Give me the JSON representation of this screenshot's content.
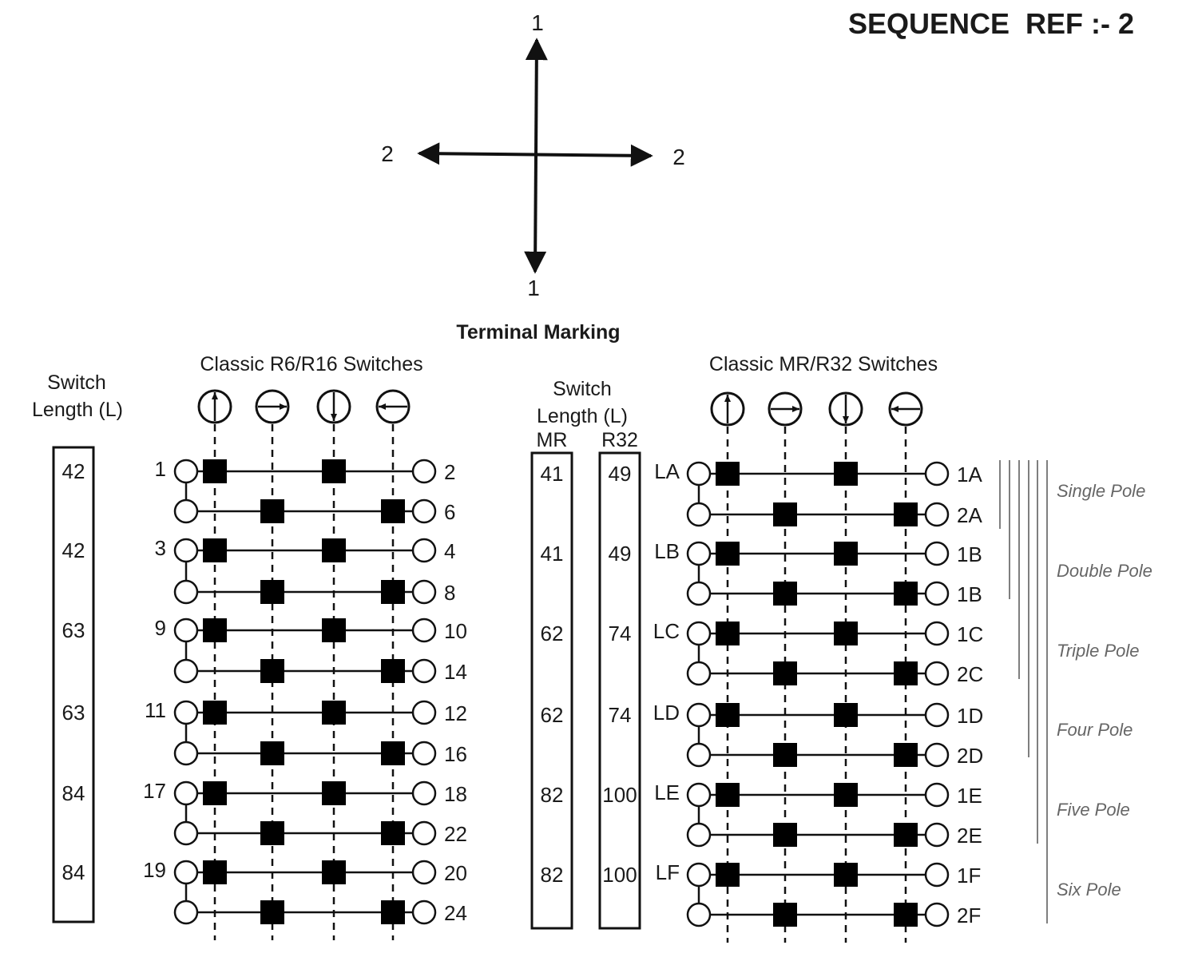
{
  "sequence_ref": "SEQUENCE  REF :- 2",
  "compass": {
    "up": "1",
    "down": "1",
    "left": "2",
    "right": "2"
  },
  "terminal_marking": "Terminal Marking",
  "left_panel": {
    "title": "Classic R6/R16 Switches",
    "length_label_1": "Switch",
    "length_label_2": "Length (L)",
    "lengths": [
      "42",
      "42",
      "63",
      "63",
      "84",
      "84"
    ],
    "rows": [
      {
        "left": "1",
        "right": "2"
      },
      {
        "left": "",
        "right": "6"
      },
      {
        "left": "3",
        "right": "4"
      },
      {
        "left": "",
        "right": "8"
      },
      {
        "left": "9",
        "right": "10"
      },
      {
        "left": "",
        "right": "14"
      },
      {
        "left": "11",
        "right": "12"
      },
      {
        "left": "",
        "right": "16"
      },
      {
        "left": "17",
        "right": "18"
      },
      {
        "left": "",
        "right": "22"
      },
      {
        "left": "19",
        "right": "20"
      },
      {
        "left": "",
        "right": "24"
      }
    ]
  },
  "right_panel": {
    "title": "Classic MR/R32 Switches",
    "length_label_1": "Switch",
    "length_label_2": "Length (L)",
    "col_mr": "MR",
    "col_r32": "R32",
    "lengths_mr": [
      "41",
      "41",
      "62",
      "62",
      "82",
      "82"
    ],
    "lengths_r32": [
      "49",
      "49",
      "74",
      "74",
      "100",
      "100"
    ],
    "rows": [
      {
        "left": "LA",
        "right": "1A"
      },
      {
        "left": "",
        "right": "2A"
      },
      {
        "left": "LB",
        "right": "1B"
      },
      {
        "left": "",
        "right": "1B"
      },
      {
        "left": "LC",
        "right": "1C"
      },
      {
        "left": "",
        "right": "2C"
      },
      {
        "left": "LD",
        "right": "1D"
      },
      {
        "left": "",
        "right": "2D"
      },
      {
        "left": "LE",
        "right": "1E"
      },
      {
        "left": "",
        "right": "2E"
      },
      {
        "left": "LF",
        "right": "1F"
      },
      {
        "left": "",
        "right": "2F"
      }
    ],
    "poles": [
      "Single Pole",
      "Double Pole",
      "Triple Pole",
      "Four Pole",
      "Five Pole",
      "Six Pole"
    ]
  }
}
